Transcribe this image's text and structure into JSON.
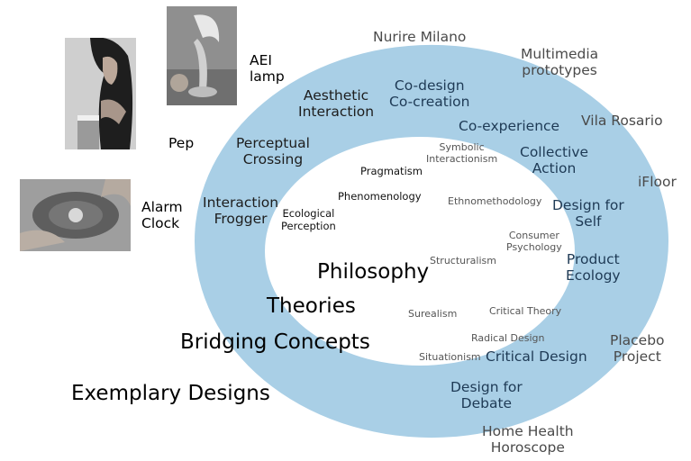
{
  "colors": {
    "ring": "#a9cfe6",
    "background": "#ffffff"
  },
  "levels": {
    "philosophy": "Philosophy",
    "theories": "Theories",
    "bridging": "Bridging Concepts",
    "exemplary": "Exemplary Designs"
  },
  "inner": {
    "pragmatism": "Pragmatism",
    "symbolic": [
      "Symbolic",
      "Interactionism"
    ],
    "phenomenology": "Phenomenology",
    "ecological": [
      "Ecological",
      "Perception"
    ],
    "ethnomethodology": "Ethnomethodology",
    "consumer": [
      "Consumer",
      "Psychology"
    ],
    "structuralism": "Structuralism",
    "surealism": "Surealism",
    "critical_theory": "Critical Theory",
    "radical_design": "Radical Design",
    "situationism": "Situationism"
  },
  "ring": {
    "aesthetic": [
      "Aesthetic",
      "Interaction"
    ],
    "codesign": [
      "Co-design",
      "Co-creation"
    ],
    "coexperience": "Co-experience",
    "collective": [
      "Collective",
      "Action"
    ],
    "perceptual": [
      "Perceptual",
      "Crossing"
    ],
    "interaction_frogger": [
      "Interaction",
      "Frogger"
    ],
    "design_self": [
      "Design for",
      "Self"
    ],
    "product_ecology": [
      "Product",
      "Ecology"
    ],
    "critical_design": "Critical Design",
    "design_debate": [
      "Design for",
      "Debate"
    ]
  },
  "outer": {
    "nurire": "Nurire Milano",
    "multimedia": [
      "Multimedia",
      "prototypes"
    ],
    "vila": "Vila Rosario",
    "ifloor": "iFloor",
    "placebo": [
      "Placebo",
      "Project"
    ],
    "home_health": [
      "Home Health",
      "Horoscope"
    ],
    "ael": [
      "AEI",
      "lamp"
    ],
    "pep": "Pep",
    "alarm": [
      "Alarm",
      "Clock"
    ]
  }
}
